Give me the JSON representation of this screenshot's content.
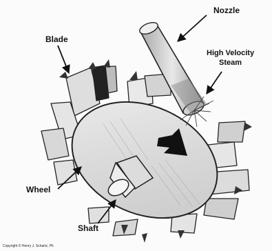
{
  "labels": {
    "nozzle": "Nozzle",
    "blade": "Blade",
    "high_velocity": "High Velocity",
    "steam": "Steam",
    "wheel": "Wheel",
    "shaft": "Shaft",
    "copyright": "Copyright © Henry J. Schartz, Ph"
  }
}
